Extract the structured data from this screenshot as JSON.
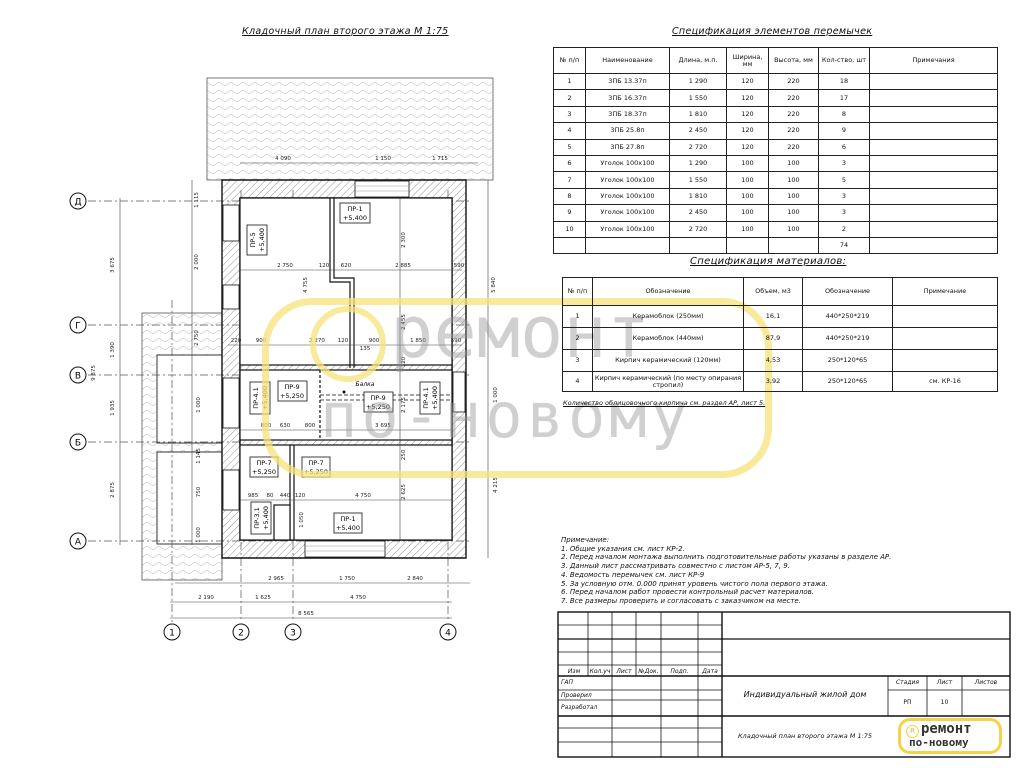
{
  "plan": {
    "title": "Кладочный план второго этажа М 1:75",
    "axes_rows": [
      "Д",
      "Г",
      "В",
      "Б",
      "А"
    ],
    "axes_cols": [
      "1",
      "2",
      "3",
      "4"
    ],
    "dims": [
      "4 090",
      "1 150",
      "1 715",
      "2 750",
      "120",
      "620",
      "2 885",
      "590",
      "2 300",
      "4 755",
      "2 455",
      "220",
      "900",
      "2 270",
      "120",
      "900",
      "1 850",
      "590",
      "1 115",
      "2 000",
      "2 750",
      "3 675",
      "1 390",
      "9 875",
      "1 935",
      "2 875",
      "1 000",
      "1 145",
      "750",
      "1 000",
      "5 840",
      "1 000",
      "4 215",
      "2 965",
      "1 750",
      "2 840",
      "2 190",
      "1 625",
      "4 750",
      "8 565",
      "800",
      "630",
      "800",
      "3 695",
      "985",
      "80",
      "440",
      "120",
      "4 750",
      "2 625",
      "250",
      "1 050",
      "2 175",
      "120",
      "135"
    ],
    "tags": [
      {
        "name": "ПР-1",
        "level": "+5,400"
      },
      {
        "name": "ПР-5",
        "level": "+5,400"
      },
      {
        "name": "ПР-4.1",
        "level": "+5,400"
      },
      {
        "name": "ПР-9",
        "level": "+5,250"
      },
      {
        "name": "ПР-9",
        "level": "+5,250"
      },
      {
        "name": "ПР-4.1",
        "level": "+5,400"
      },
      {
        "name": "ПР-7",
        "level": "+5,250"
      },
      {
        "name": "ПР-7",
        "level": "+5,250"
      },
      {
        "name": "ПР-3.1",
        "level": "+5,400"
      },
      {
        "name": "ПР-1",
        "level": "+5,400"
      }
    ],
    "beam_label": "Балка"
  },
  "spec": {
    "title": "Спецификация элементов перемычек",
    "headers": [
      "№ п/п",
      "Наименование",
      "Длина, м.п.",
      "Ширина, мм",
      "Высота, мм",
      "Кол-ство, шт",
      "Примечания"
    ],
    "rows": [
      [
        "1",
        "3ПБ 13.37п",
        "1 290",
        "120",
        "220",
        "18",
        ""
      ],
      [
        "2",
        "3ПБ 16.37п",
        "1 550",
        "120",
        "220",
        "17",
        ""
      ],
      [
        "3",
        "3ПБ 18.37п",
        "1 810",
        "120",
        "220",
        "8",
        ""
      ],
      [
        "4",
        "3ПБ 25.8п",
        "2 450",
        "120",
        "220",
        "9",
        ""
      ],
      [
        "5",
        "3ПБ 27.8п",
        "2 720",
        "120",
        "220",
        "6",
        ""
      ],
      [
        "6",
        "Уголок 100х100",
        "1 290",
        "100",
        "100",
        "3",
        ""
      ],
      [
        "7",
        "Уголок 100х100",
        "1 550",
        "100",
        "100",
        "5",
        ""
      ],
      [
        "8",
        "Уголок 100х100",
        "1 810",
        "100",
        "100",
        "3",
        ""
      ],
      [
        "9",
        "Уголок 100х100",
        "2 450",
        "100",
        "100",
        "3",
        ""
      ],
      [
        "10",
        "Уголок 100х100",
        "2 720",
        "100",
        "100",
        "2",
        ""
      ]
    ],
    "total": "74"
  },
  "materials": {
    "title": "Спецификация материалов:",
    "headers": [
      "№ п/п",
      "Обозначение",
      "Объем, м3",
      "Обозначение",
      "Примечание"
    ],
    "rows": [
      [
        "1",
        "Керамоблок (250мм)",
        "16,1",
        "440*250*219",
        ""
      ],
      [
        "2",
        "Керамоблок (440мм)",
        "87,9",
        "440*250*219",
        ""
      ],
      [
        "3",
        "Кирпич керамический (120мм)",
        "4,53",
        "250*120*65",
        ""
      ],
      [
        "4",
        "Кирпич керамический (по месту опирания стропил)",
        "3,92",
        "250*120*65",
        "см. КР-16"
      ]
    ],
    "footnote": "Количество облицовочного кирпича см. раздел АР, лист 5."
  },
  "notes": {
    "heading": "Примечание:",
    "items": [
      "1. Общие указания см. лист КР-2.",
      "2. Перед началом монтажа выполнить подготовительные работы указаны в разделе АР.",
      "3. Данный лист рассматривать совместно с листом АР-5, 7, 9.",
      "4. Ведомость перемычек см. лист КР-9",
      "5. За условную отм. 0.000 принят уровень чистого пола первого этажа.",
      "6. Перед началом работ провести контрольный расчет материалов.",
      "7. Все размеры проверить и согласовать с заказчиком на месте."
    ]
  },
  "titleblock": {
    "cols": [
      "Изм",
      "Кол.уч",
      "Лист",
      "№Док.",
      "Подп.",
      "Дата"
    ],
    "roles": [
      "ГАП",
      "Проверил",
      "Разработал"
    ],
    "project": "Индивидуальный жилой дом",
    "sheet_title": "Кладочный план второго этажа М 1:75",
    "stage_label": "Стадия",
    "sheet_label": "Лист",
    "sheets_label": "Листов",
    "stage": "РП",
    "sheet": "10",
    "sheets": ""
  },
  "watermark": {
    "line1": "ремонт",
    "line2": "по-новому"
  },
  "logo": {
    "line1": "ремонт",
    "line2": "по-новому",
    "mark": "R"
  },
  "colors": {
    "watermark_yellow": "#f6e27a",
    "logo_yellow": "#f4d24a",
    "line": "#111111"
  }
}
